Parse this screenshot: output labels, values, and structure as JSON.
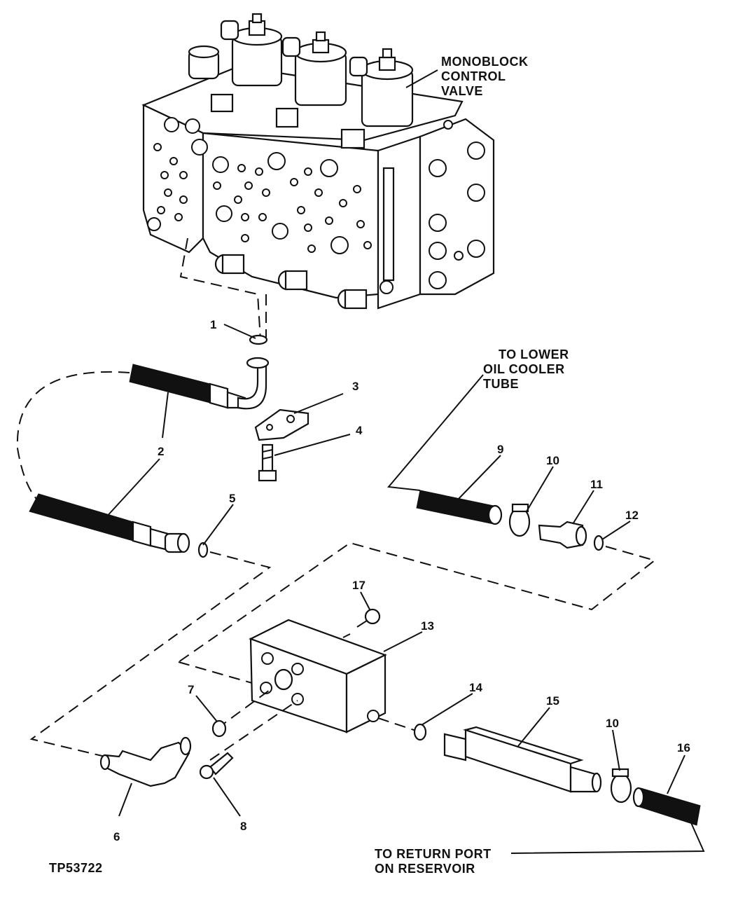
{
  "callouts": {
    "valve": [
      "MONOBLOCK",
      "CONTROL",
      "VALVE"
    ],
    "cooler": [
      "TO LOWER",
      "OIL COOLER",
      "TUBE"
    ],
    "reservoir": [
      "TO RETURN PORT",
      "ON RESERVOIR"
    ]
  },
  "figure_id": "TP53722",
  "part_numbers": {
    "p1": "1",
    "p2a": "2",
    "p2b": "2",
    "p3": "3",
    "p4": "4",
    "p5": "5",
    "p6": "6",
    "p7": "7",
    "p8": "8",
    "p9": "9",
    "p10a": "10",
    "p10b": "10",
    "p11": "11",
    "p12": "12",
    "p13": "13",
    "p14": "14",
    "p15": "15",
    "p16": "16",
    "p17": "17"
  }
}
